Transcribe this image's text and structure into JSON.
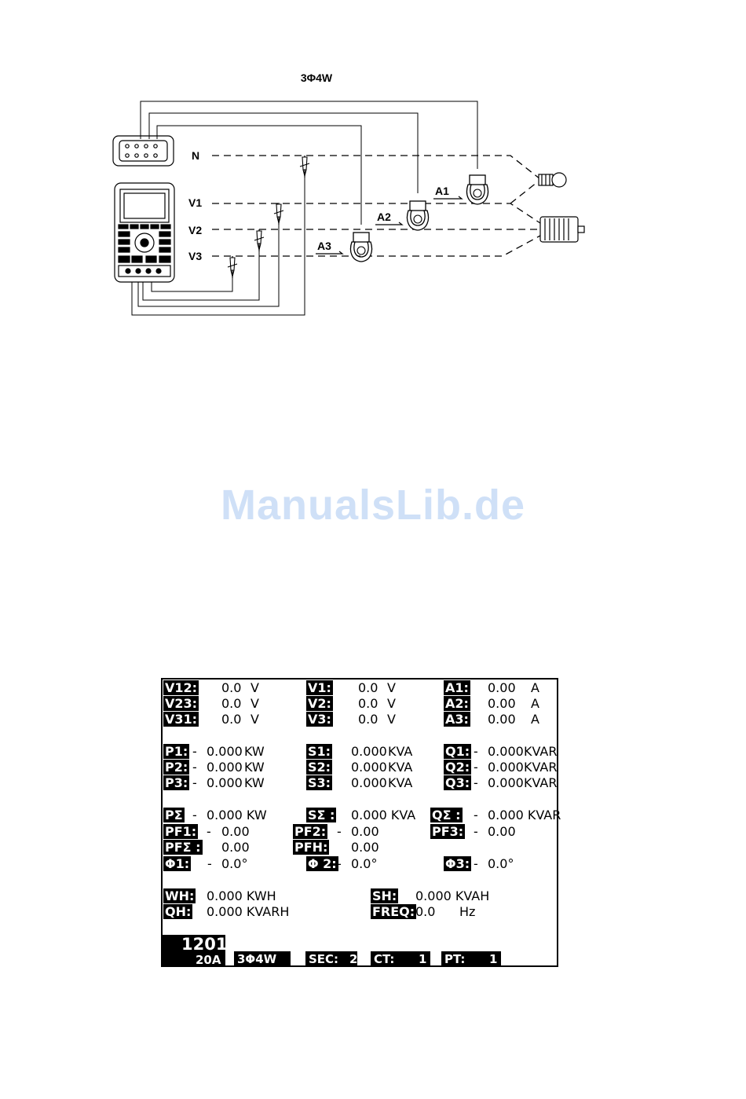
{
  "diagram": {
    "title": "3Φ4W",
    "lines": {
      "n": "N",
      "v1": "V1",
      "v2": "V2",
      "v3": "V3"
    },
    "clamps": {
      "a1": "A1",
      "a2": "A2",
      "a3": "A3"
    }
  },
  "watermark": "ManualsLib.de",
  "lcd": {
    "volts": [
      {
        "label": "V12:",
        "value": "0.0",
        "unit": "V"
      },
      {
        "label": "V23:",
        "value": "0.0",
        "unit": "V"
      },
      {
        "label": "V31:",
        "value": "0.0",
        "unit": "V"
      },
      {
        "label": "V1:",
        "value": "0.0",
        "unit": "V"
      },
      {
        "label": "V2:",
        "value": "0.0",
        "unit": "V"
      },
      {
        "label": "V3:",
        "value": "0.0",
        "unit": "V"
      },
      {
        "label": "A1:",
        "value": "0.00",
        "unit": "A"
      },
      {
        "label": "A2:",
        "value": "0.00",
        "unit": "A"
      },
      {
        "label": "A3:",
        "value": "0.00",
        "unit": "A"
      }
    ],
    "power": [
      {
        "label": "P1:",
        "sign": "-",
        "value": "0.000",
        "unit": "KW"
      },
      {
        "label": "P2:",
        "sign": "-",
        "value": "0.000",
        "unit": "KW"
      },
      {
        "label": "P3:",
        "sign": "-",
        "value": "0.000",
        "unit": "KW"
      },
      {
        "label": "S1:",
        "sign": "",
        "value": "0.000",
        "unit": "KVA"
      },
      {
        "label": "S2:",
        "sign": "",
        "value": "0.000",
        "unit": "KVA"
      },
      {
        "label": "S3:",
        "sign": "",
        "value": "0.000",
        "unit": "KVA"
      },
      {
        "label": "Q1:",
        "sign": "-",
        "value": "0.000",
        "unit": "KVAR"
      },
      {
        "label": "Q2:",
        "sign": "-",
        "value": "0.000",
        "unit": "KVAR"
      },
      {
        "label": "Q3:",
        "sign": "-",
        "value": "0.000",
        "unit": "KVAR"
      }
    ],
    "totals": {
      "p_sum": {
        "label": "PΣ",
        "sign": "-",
        "value": "0.000 KW"
      },
      "s_sum": {
        "label": "SΣ :",
        "value": "0.000 KVA"
      },
      "q_sum": {
        "label": "QΣ :",
        "sign": "-",
        "value": "0.000 KVAR"
      },
      "pf1": {
        "label": "PF1:",
        "sign": "-",
        "value": "0.00"
      },
      "pf2": {
        "label": "PF2:",
        "sign": "-",
        "value": "0.00"
      },
      "pf3": {
        "label": "PF3:",
        "sign": "-",
        "value": "0.00"
      },
      "pf_sum": {
        "label": "PFΣ :",
        "value": "0.00"
      },
      "pfh": {
        "label": "PFH:",
        "value": "0.00"
      },
      "phi1": {
        "label": "Φ1:",
        "sign": "-",
        "value": "0.0°"
      },
      "phi2": {
        "label": "Φ 2:",
        "sign": "-",
        "value": "0.0°"
      },
      "phi3": {
        "label": "Φ3:",
        "sign": "-",
        "value": "0.0°"
      }
    },
    "energy": {
      "wh": {
        "label": "WH:",
        "value": "0.000 KWH"
      },
      "qh": {
        "label": "QH:",
        "value": "0.000 KVARH"
      },
      "sh": {
        "label": "SH:",
        "value": "0.000 KVAH"
      },
      "freq": {
        "label": "FREQ:",
        "value": "0.0",
        "unit": "Hz"
      }
    },
    "status": {
      "mem": "1201",
      "range": "20A",
      "mode": "3Φ4W",
      "sec_label": "SEC:",
      "sec_value": "2",
      "ct_label": "CT:",
      "ct_value": "1",
      "pt_label": "PT:",
      "pt_value": "1"
    }
  }
}
